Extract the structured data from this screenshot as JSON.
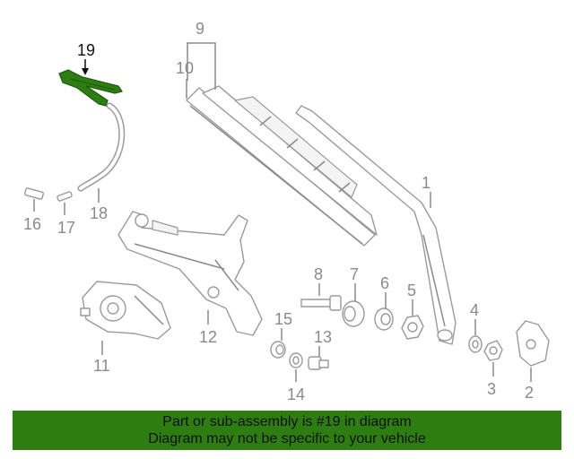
{
  "diagram": {
    "highlighted_part": "19",
    "colors": {
      "highlight": "#2e7d13",
      "part_line": "#9a9a9a",
      "label": "#8a8a8a",
      "banner": "#2e7d13"
    },
    "callouts": [
      "1",
      "2",
      "3",
      "4",
      "5",
      "6",
      "7",
      "8",
      "9",
      "10",
      "11",
      "12",
      "13",
      "14",
      "15",
      "16",
      "17",
      "18",
      "19"
    ]
  },
  "banner": {
    "line1": "Part or sub-assembly is #19 in diagram",
    "line2": "Diagram may not be specific to your vehicle"
  }
}
